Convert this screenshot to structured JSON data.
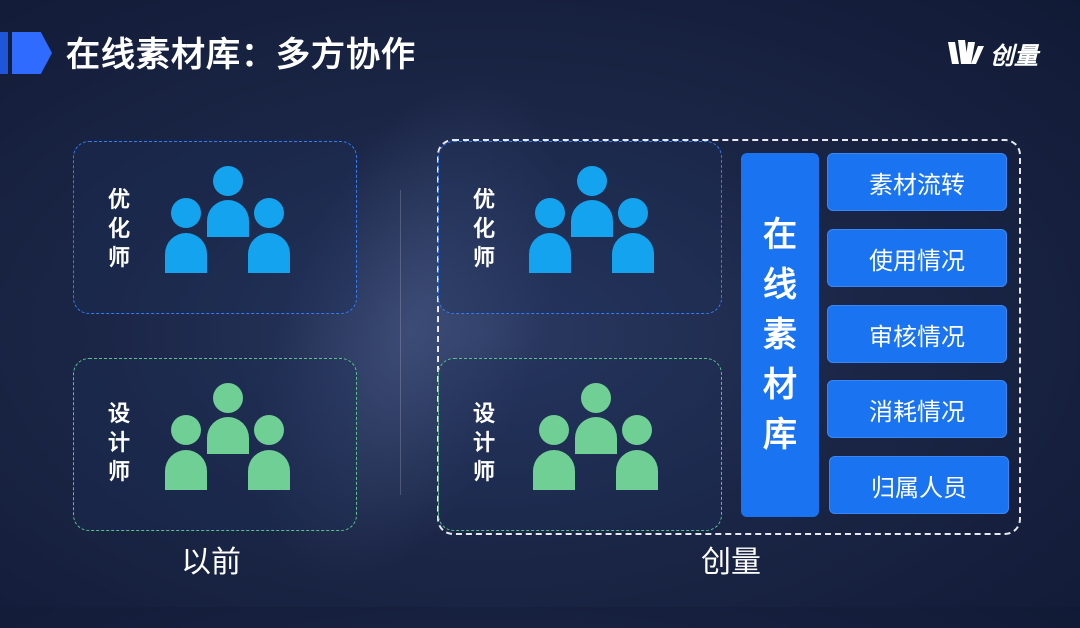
{
  "header": {
    "title": "在线素材库：多方协作"
  },
  "brand": {
    "name": "创量",
    "icon": "brand-logo-icon"
  },
  "before": {
    "optimizer_label": "优\n化\n师",
    "designer_label": "设\n计\n师",
    "caption": "以前"
  },
  "after": {
    "optimizer_label": "优\n化\n师",
    "designer_label": "设\n计\n师",
    "library_label": "在\n线\n素\n材\n库",
    "features": [
      "素材流转",
      "使用情况",
      "审核情况",
      "消耗情况",
      "归属人员"
    ],
    "caption": "创量"
  },
  "colors": {
    "optimizer_group": "#14a4ef",
    "designer_group": "#6fcf94",
    "accent_blue": "#1a73f0"
  },
  "icons": {
    "group": "people-group-icon"
  }
}
